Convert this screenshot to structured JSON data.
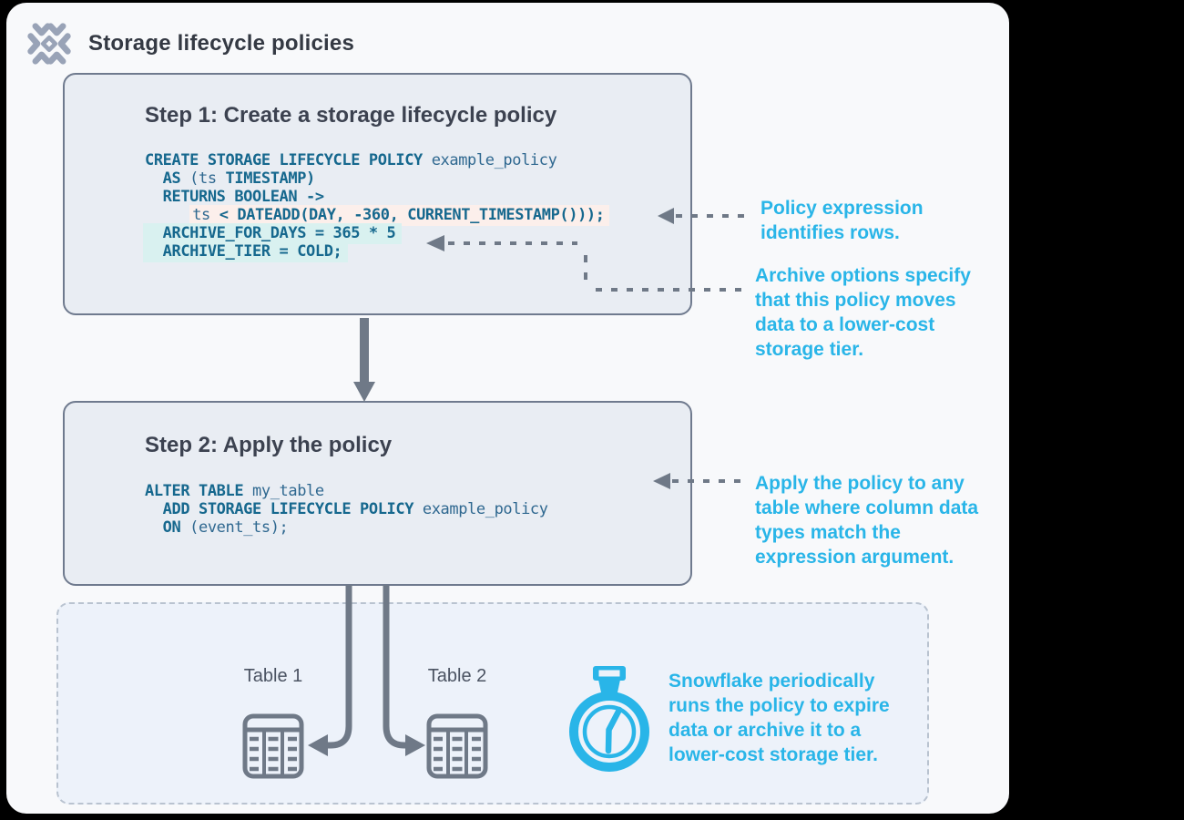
{
  "header": {
    "title": "Storage lifecycle policies",
    "logo": "snowflake-logo-icon"
  },
  "step1": {
    "title": "Step 1: Create a storage lifecycle policy",
    "code_lines": [
      {
        "segs": [
          {
            "t": "CREATE STORAGE LIFECYCLE POLICY ",
            "c": "kw"
          },
          {
            "t": "example_policy",
            "c": "id"
          }
        ]
      },
      {
        "segs": [
          {
            "t": "  ",
            "c": "pl"
          },
          {
            "t": "AS",
            "c": "kw"
          },
          {
            "t": " (",
            "c": "pl"
          },
          {
            "t": "ts",
            "c": "id"
          },
          {
            "t": " ",
            "c": "pl"
          },
          {
            "t": "TIMESTAMP)",
            "c": "kw"
          }
        ]
      },
      {
        "segs": [
          {
            "t": "  ",
            "c": "pl"
          },
          {
            "t": "RETURNS BOOLEAN ->",
            "c": "kw"
          }
        ]
      },
      {
        "pre": "     ",
        "hl": "pink",
        "segs": [
          {
            "t": "ts",
            "c": "id"
          },
          {
            "t": " ",
            "c": "pl"
          },
          {
            "t": "< DATEADD(DAY, -360, CURRENT_TIMESTAMP()));",
            "c": "kw"
          }
        ]
      },
      {
        "hl": "mint",
        "segs": [
          {
            "t": "  ",
            "c": "pl"
          },
          {
            "t": "ARCHIVE_FOR_DAYS = 365 * 5",
            "c": "kw"
          }
        ]
      },
      {
        "hl": "mint",
        "segs": [
          {
            "t": "  ",
            "c": "pl"
          },
          {
            "t": "ARCHIVE_TIER = COLD;",
            "c": "kw"
          }
        ]
      }
    ]
  },
  "step2": {
    "title": "Step 2: Apply the policy",
    "code_lines": [
      {
        "segs": [
          {
            "t": "ALTER TABLE ",
            "c": "kw"
          },
          {
            "t": "my_table",
            "c": "id"
          }
        ]
      },
      {
        "segs": [
          {
            "t": "  ",
            "c": "pl"
          },
          {
            "t": "ADD STORAGE LIFECYCLE POLICY ",
            "c": "kw"
          },
          {
            "t": "example_policy",
            "c": "id"
          }
        ]
      },
      {
        "segs": [
          {
            "t": "  ",
            "c": "pl"
          },
          {
            "t": "ON",
            "c": "kw"
          },
          {
            "t": " (",
            "c": "pl"
          },
          {
            "t": "event_ts",
            "c": "id"
          },
          {
            "t": ");",
            "c": "pl"
          }
        ]
      }
    ]
  },
  "annotations": {
    "policy_expression": "Policy expression identifies rows.",
    "archive_options": "Archive options specify that this policy moves data to a lower-cost storage tier.",
    "apply_policy": "Apply the policy to any table where column data types match the expression argument.",
    "periodic_run": "Snowflake periodically runs the policy to expire data or archive it to a lower-cost storage tier."
  },
  "tables": {
    "table1_label": "Table 1",
    "table2_label": "Table 2"
  },
  "icons": [
    "snowflake-logo-icon",
    "table-icon",
    "stopwatch-icon",
    "arrow-down",
    "dashed-connector"
  ],
  "colors": {
    "accent_cyan": "#29B5E8",
    "code_keyword": "#16688E",
    "code_identifier": "#2F6890",
    "highlight_pink": "#FCEFEB",
    "highlight_mint": "#D9F1F0",
    "box_background": "#E9EDF3",
    "box_border": "#6F7A8E",
    "dashed_box_background": "#EDF2FA",
    "connector_gray": "#6F7987",
    "card_background": "#F8F9FB",
    "logo_gray": "#99A3B7"
  }
}
